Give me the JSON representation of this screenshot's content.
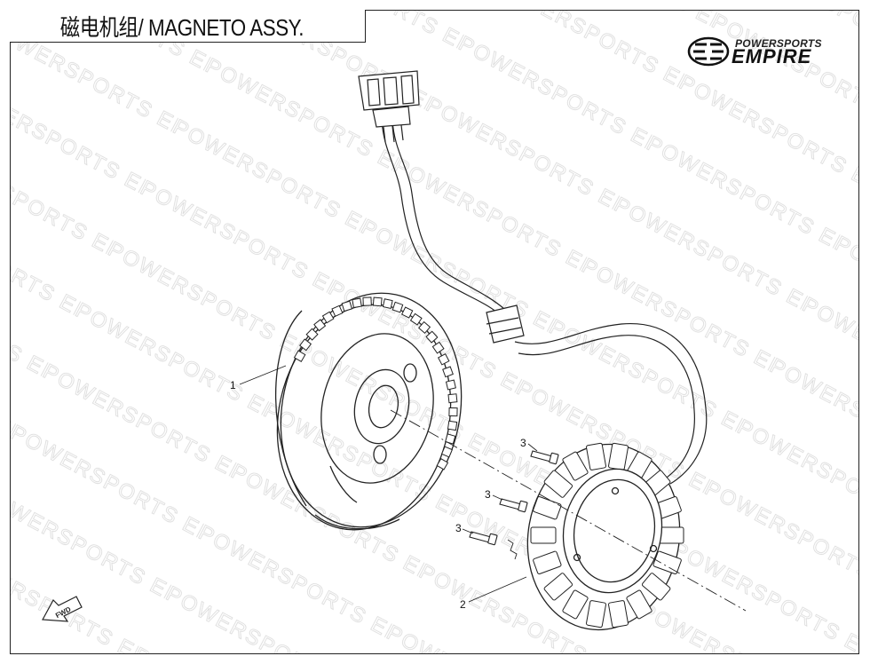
{
  "title": "磁电机组/ MAGNETO ASSY.",
  "logo": {
    "tagline": "POWERSPORTS",
    "brand": "EMPIRE"
  },
  "watermark": "POWERSPORTS EMPIRE",
  "callouts": {
    "c1": "1",
    "c2": "2",
    "c3a": "3",
    "c3b": "3",
    "c3c": "3"
  },
  "fwd_label": "FWD"
}
